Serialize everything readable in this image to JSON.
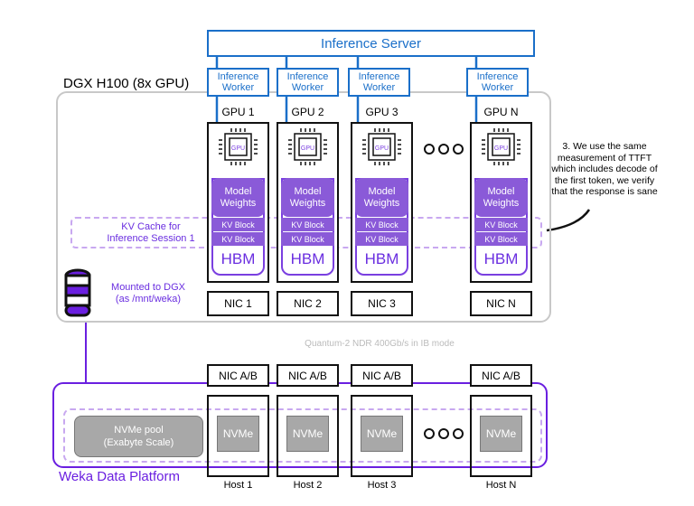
{
  "inference_server": "Inference Server",
  "worker_label": [
    "Inference",
    "Worker"
  ],
  "dgx_title": "DGX H100 (8x GPU)",
  "gpus": [
    {
      "label": "GPU 1",
      "nic": "NIC 1"
    },
    {
      "label": "GPU 2",
      "nic": "NIC 2"
    },
    {
      "label": "GPU 3",
      "nic": "NIC 3"
    },
    {
      "label": "GPU N",
      "nic": "NIC N"
    }
  ],
  "chip_label": "GPU",
  "model_weights": [
    "Model",
    "Weights"
  ],
  "kv_block": "KV Block",
  "hbm": "HBM",
  "kv_cache": [
    "KV Cache for",
    "Inference Session 1"
  ],
  "mounted": [
    "Mounted to DGX",
    "(as /mnt/weka)"
  ],
  "network": "Quantum-2 NDR 400Gb/s in IB mode",
  "hosts": [
    {
      "label": "Host 1",
      "nic": "NIC A/B"
    },
    {
      "label": "Host 2",
      "nic": "NIC A/B"
    },
    {
      "label": "Host 3",
      "nic": "NIC A/B"
    },
    {
      "label": "Host N",
      "nic": "NIC A/B"
    }
  ],
  "nvme": "NVMe",
  "nvme_pool": [
    "NVMe pool",
    "(Exabyte Scale)"
  ],
  "weka_title": "Weka Data Platform",
  "annotation": [
    "3. We use the same",
    "measurement of TTFT",
    "which includes decode of",
    "the first token, we verify",
    "that the response is sane"
  ],
  "colors": {
    "blue": "#1a6fc9",
    "purple": "#7a3fe0",
    "gray": "#c8c8c8"
  }
}
